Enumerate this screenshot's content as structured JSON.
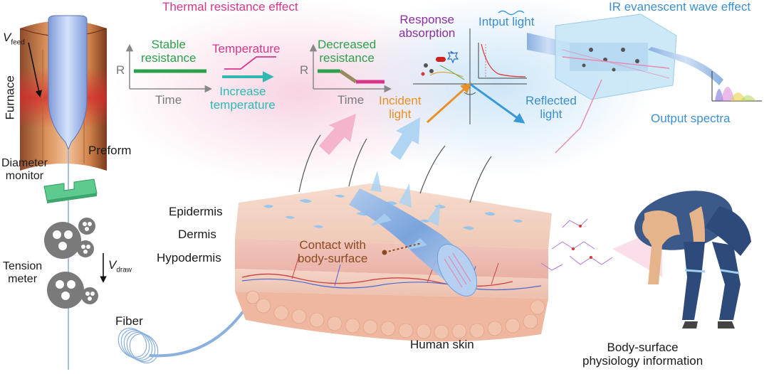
{
  "thermal": {
    "title": "Thermal resistance effect",
    "axis_r": "R",
    "axis_time": "Time",
    "stable": "Stable\nresistance",
    "temperature": "Temperature",
    "increase": "Increase\ntemperature",
    "decreased": "Decreased\nresistance"
  },
  "ir": {
    "title": "IR evanescent wave effect",
    "input": "Intput light",
    "output": "Output spectra",
    "response": "Response\nabsorption",
    "incident": "Incident\nlight",
    "reflected": "Reflected\nlight"
  },
  "fab": {
    "v_feed": "V",
    "v_feed_sub": "feed",
    "furnace": "Furnace",
    "preform": "Preform",
    "diameter": "Diameter\nmonitor",
    "tension": "Tension\nmeter",
    "v_draw": "V",
    "v_draw_sub": "draw",
    "fiber": "Fiber"
  },
  "skin": {
    "epidermis": "Epidermis",
    "dermis": "Dermis",
    "hypodermis": "Hypodermis",
    "contact": "Contact with\nbody-surface",
    "human": "Human skin"
  },
  "body": {
    "info": "Body-surface\nphysiology information"
  },
  "colors": {
    "pink": "#d6378a",
    "green": "#2aa14a",
    "teal": "#2fb8b0",
    "blue": "#3c8fd0",
    "purple": "#8a2fa0",
    "orange": "#e8902a"
  }
}
